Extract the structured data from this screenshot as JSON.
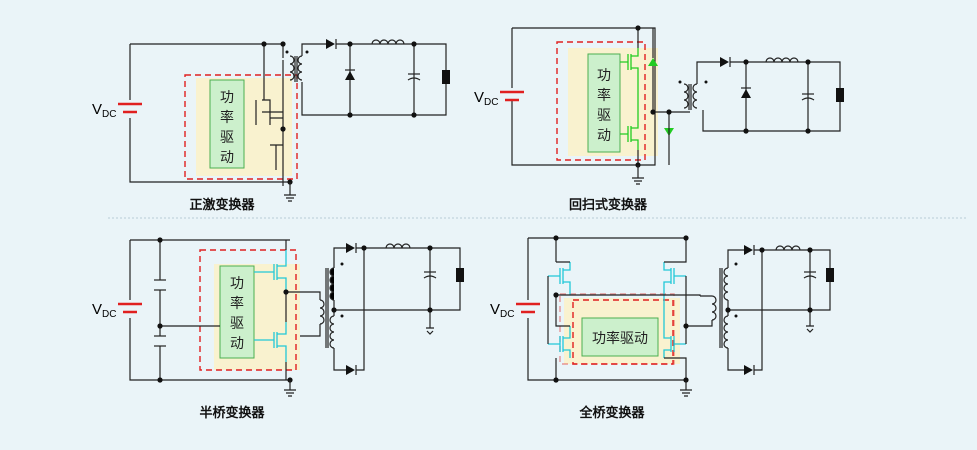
{
  "panels": {
    "forward": {
      "caption": "正激变换器",
      "drive": [
        "功",
        "率",
        "驱",
        "动"
      ],
      "source_main": "V",
      "source_sub": "DC"
    },
    "flyback": {
      "caption": "回扫式变换器",
      "drive": [
        "功",
        "率",
        "驱",
        "动"
      ],
      "source_main": "V",
      "source_sub": "DC"
    },
    "half_bridge": {
      "caption": "半桥变换器",
      "drive": [
        "功",
        "率",
        "驱",
        "动"
      ],
      "source_main": "V",
      "source_sub": "DC"
    },
    "full_bridge": {
      "caption": "全桥变换器",
      "drive_text": "功率驱动",
      "source_main": "V",
      "source_sub": "DC"
    }
  },
  "colors": {
    "background": "#eaf4f8",
    "wire": "#222222",
    "dashed_box": "#e02020",
    "drive_fill": "#ccf0cc",
    "battery": "#e02020",
    "mosfet_green": "#22cc22",
    "mosfet_cyan": "#22c8d8"
  }
}
